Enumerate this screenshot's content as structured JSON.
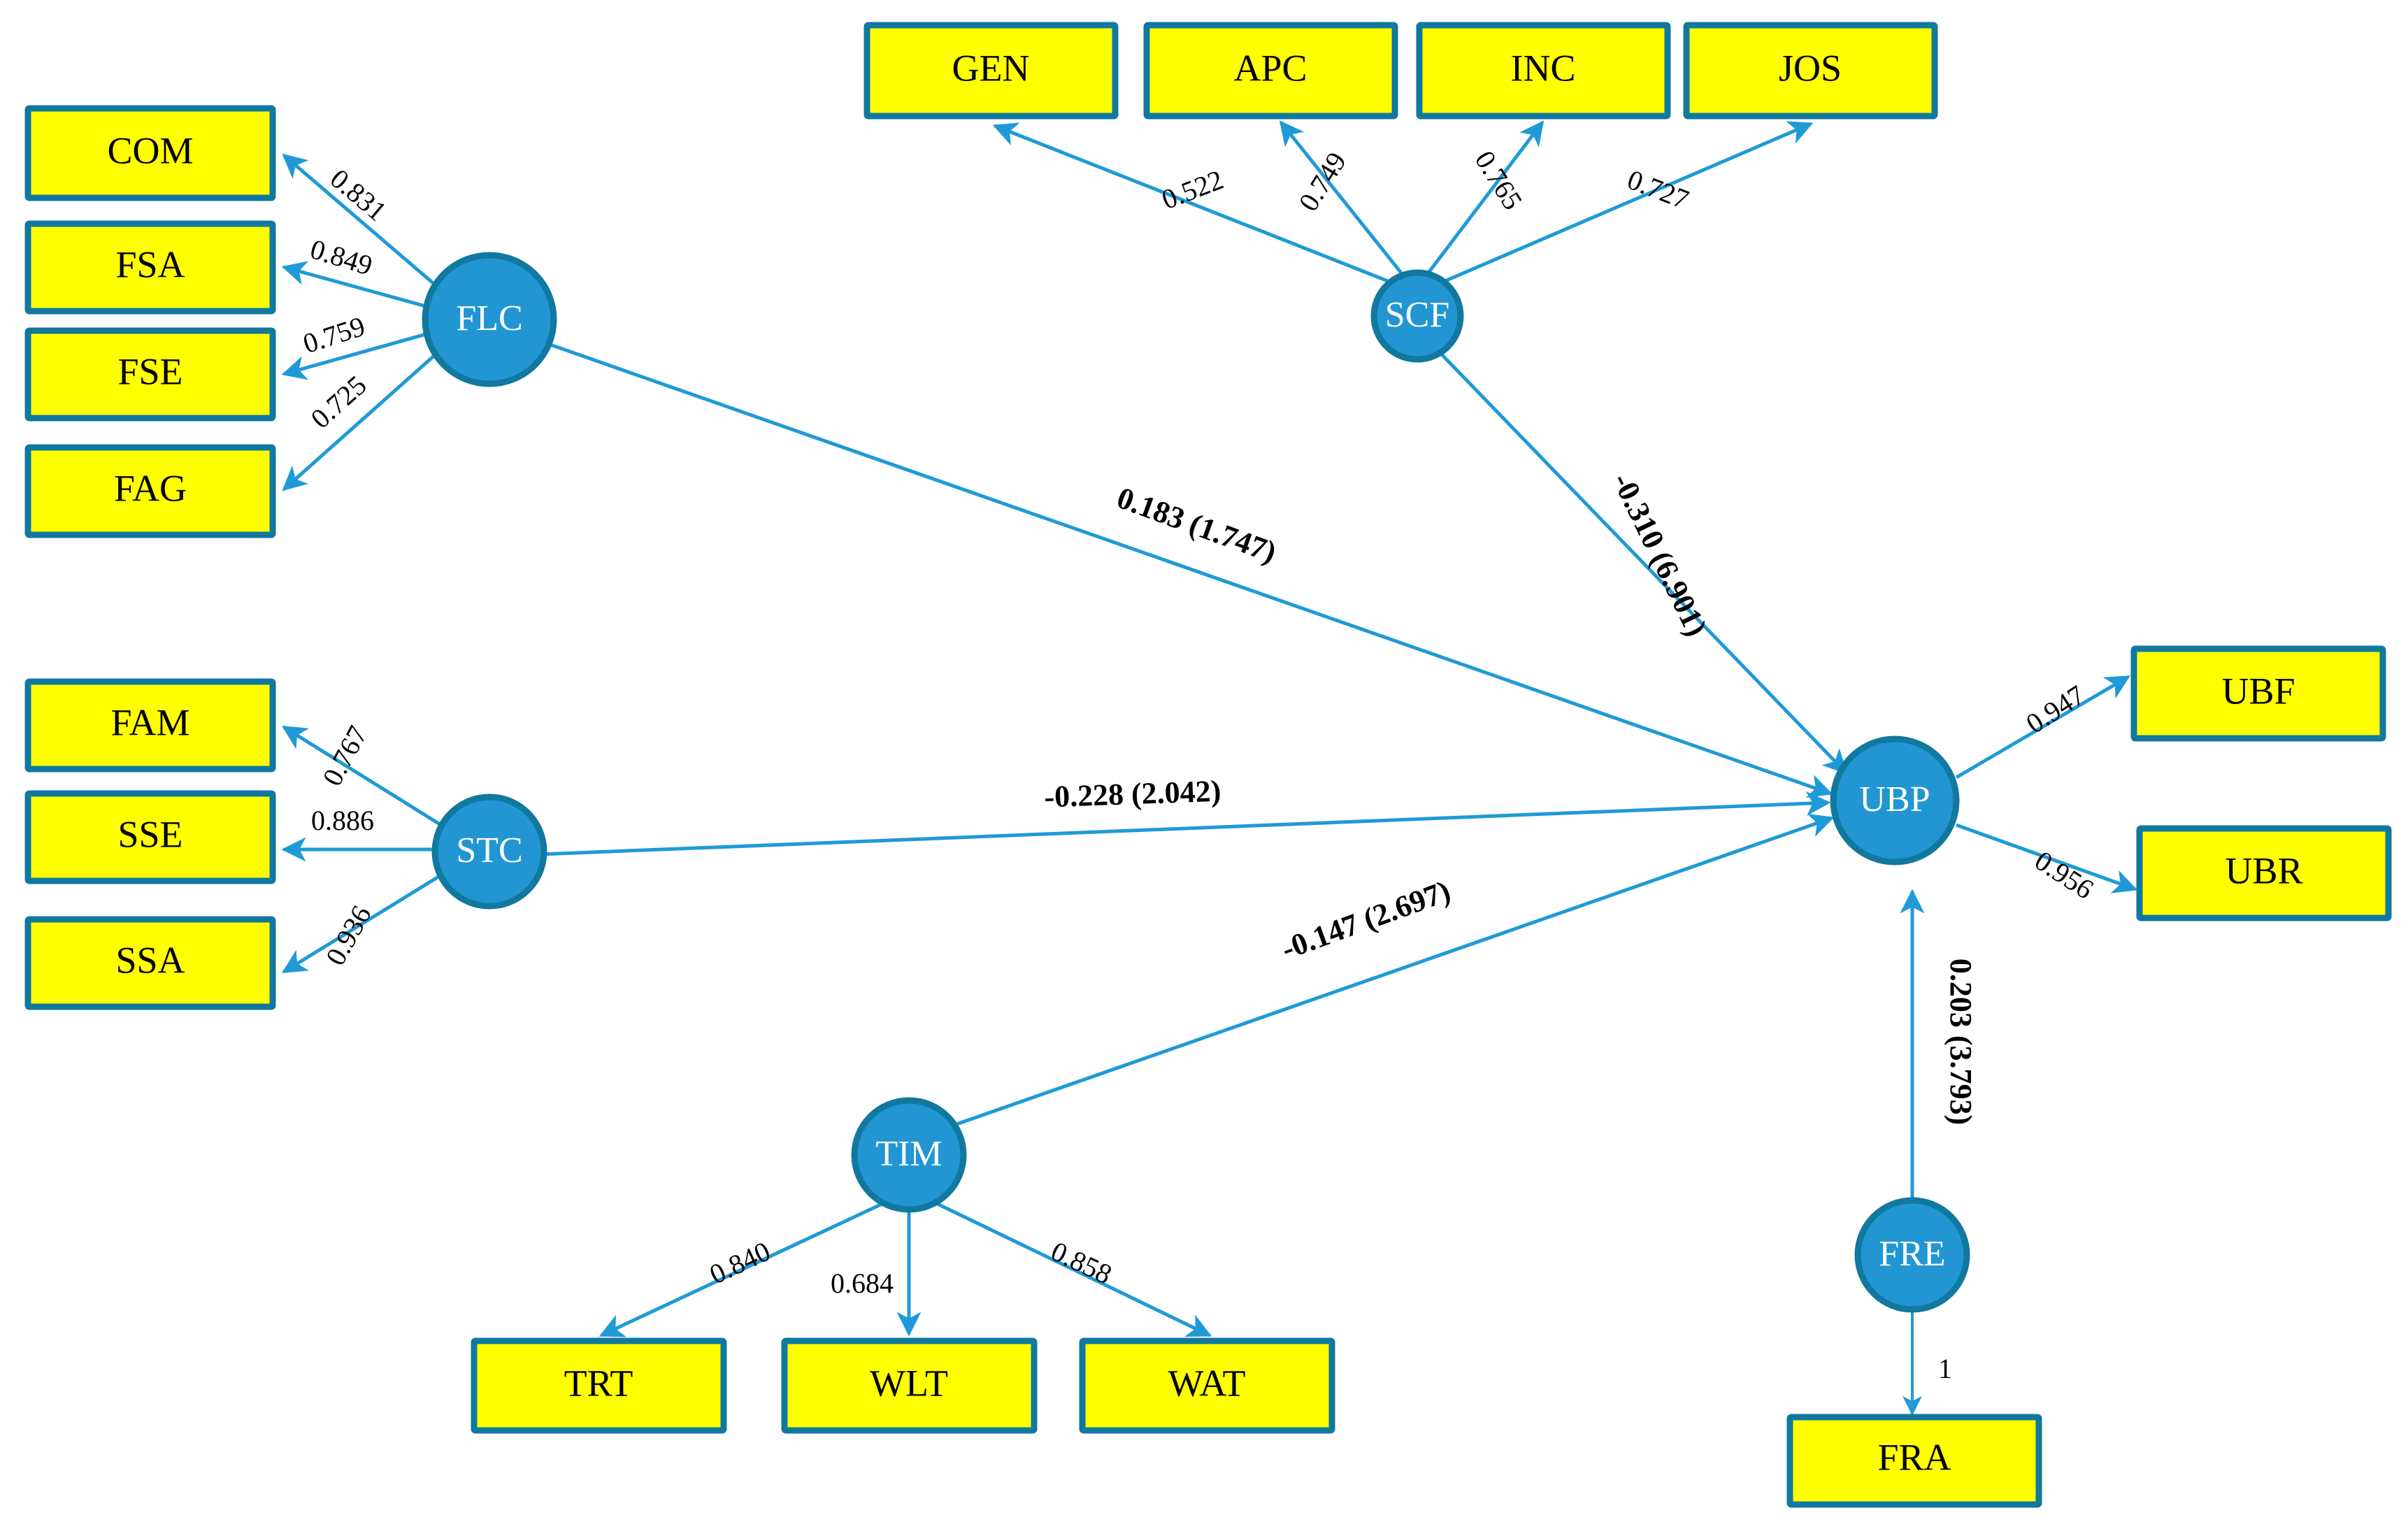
{
  "diagram": {
    "title": "Structural equation model path diagram",
    "colors": {
      "indicator_fill": "#ffff00",
      "indicator_stroke": "#11789f",
      "latent_fill": "#2196d3",
      "latent_stroke": "#11789f",
      "arrow": "#1f9ad6",
      "label_text": "#000000",
      "latent_text": "#ffffff",
      "background": "#ffffff"
    },
    "latent_variables": [
      {
        "id": "FLC",
        "label": "FLC"
      },
      {
        "id": "SCF",
        "label": "SCF"
      },
      {
        "id": "STC",
        "label": "STC"
      },
      {
        "id": "TIM",
        "label": "TIM"
      },
      {
        "id": "UBP",
        "label": "UBP"
      },
      {
        "id": "FRE",
        "label": "FRE"
      }
    ],
    "indicators": [
      {
        "id": "COM",
        "label": "COM"
      },
      {
        "id": "FSA",
        "label": "FSA"
      },
      {
        "id": "FSE",
        "label": "FSE"
      },
      {
        "id": "FAG",
        "label": "FAG"
      },
      {
        "id": "GEN",
        "label": "GEN"
      },
      {
        "id": "APC",
        "label": "APC"
      },
      {
        "id": "INC",
        "label": "INC"
      },
      {
        "id": "JOS",
        "label": "JOS"
      },
      {
        "id": "FAM",
        "label": "FAM"
      },
      {
        "id": "SSE",
        "label": "SSE"
      },
      {
        "id": "SSA",
        "label": "SSA"
      },
      {
        "id": "TRT",
        "label": "TRT"
      },
      {
        "id": "WLT",
        "label": "WLT"
      },
      {
        "id": "WAT",
        "label": "WAT"
      },
      {
        "id": "UBF",
        "label": "UBF"
      },
      {
        "id": "UBR",
        "label": "UBR"
      },
      {
        "id": "FRA",
        "label": "FRA"
      }
    ],
    "measurement_loadings": [
      {
        "from": "FLC",
        "to": "COM",
        "value": "0.831"
      },
      {
        "from": "FLC",
        "to": "FSA",
        "value": "0.849"
      },
      {
        "from": "FLC",
        "to": "FSE",
        "value": "0.759"
      },
      {
        "from": "FLC",
        "to": "FAG",
        "value": "0.725"
      },
      {
        "from": "SCF",
        "to": "GEN",
        "value": "0.522"
      },
      {
        "from": "SCF",
        "to": "APC",
        "value": "0.749"
      },
      {
        "from": "SCF",
        "to": "INC",
        "value": "0.765"
      },
      {
        "from": "SCF",
        "to": "JOS",
        "value": "0.727"
      },
      {
        "from": "STC",
        "to": "FAM",
        "value": "0.767"
      },
      {
        "from": "STC",
        "to": "SSE",
        "value": "0.886"
      },
      {
        "from": "STC",
        "to": "SSA",
        "value": "0.936"
      },
      {
        "from": "TIM",
        "to": "TRT",
        "value": "0.840"
      },
      {
        "from": "TIM",
        "to": "WLT",
        "value": "0.684"
      },
      {
        "from": "TIM",
        "to": "WAT",
        "value": "0.858"
      },
      {
        "from": "UBP",
        "to": "UBF",
        "value": "0.947"
      },
      {
        "from": "UBP",
        "to": "UBR",
        "value": "0.956"
      },
      {
        "from": "FRE",
        "to": "FRA",
        "value": "1"
      }
    ],
    "structural_paths": [
      {
        "from": "FLC",
        "to": "UBP",
        "value": "0.183 (1.747)"
      },
      {
        "from": "SCF",
        "to": "UBP",
        "value": "-0.310 (6.901)"
      },
      {
        "from": "STC",
        "to": "UBP",
        "value": "-0.228 (2.042)"
      },
      {
        "from": "TIM",
        "to": "UBP",
        "value": "-0.147 (2.697)"
      },
      {
        "from": "FRE",
        "to": "UBP",
        "value": "0.203 (3.793)"
      }
    ]
  }
}
